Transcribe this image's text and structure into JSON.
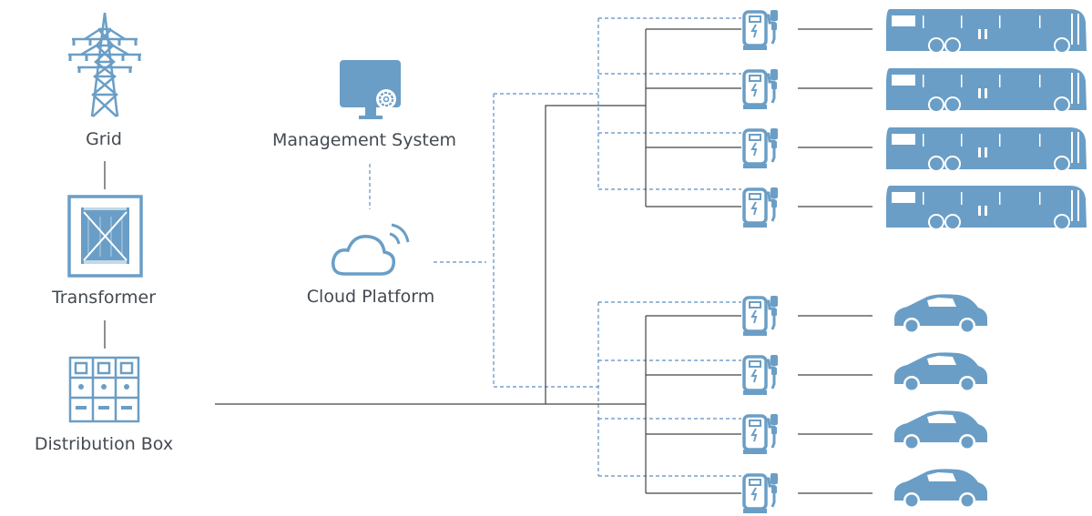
{
  "labels": {
    "grid": "Grid",
    "transformer": "Transformer",
    "distribution_box": "Distribution Box",
    "management_system": "Management System",
    "cloud_platform": "Cloud Platform"
  },
  "colors": {
    "icon": "#6a9ec6",
    "icon_dark": "#4f86b0",
    "power_line": "#444444",
    "data_line": "#5b8fc0",
    "text": "#444a50"
  },
  "icons": {
    "grid": "transmission-tower-icon",
    "transformer": "transformer-icon",
    "distribution_box": "distribution-box-icon",
    "management_system": "monitor-gear-icon",
    "cloud_platform": "cloud-wifi-icon",
    "charger": "ev-charger-icon",
    "bus": "bus-icon",
    "car": "car-icon"
  },
  "bus_chargers": 4,
  "car_chargers": 4
}
